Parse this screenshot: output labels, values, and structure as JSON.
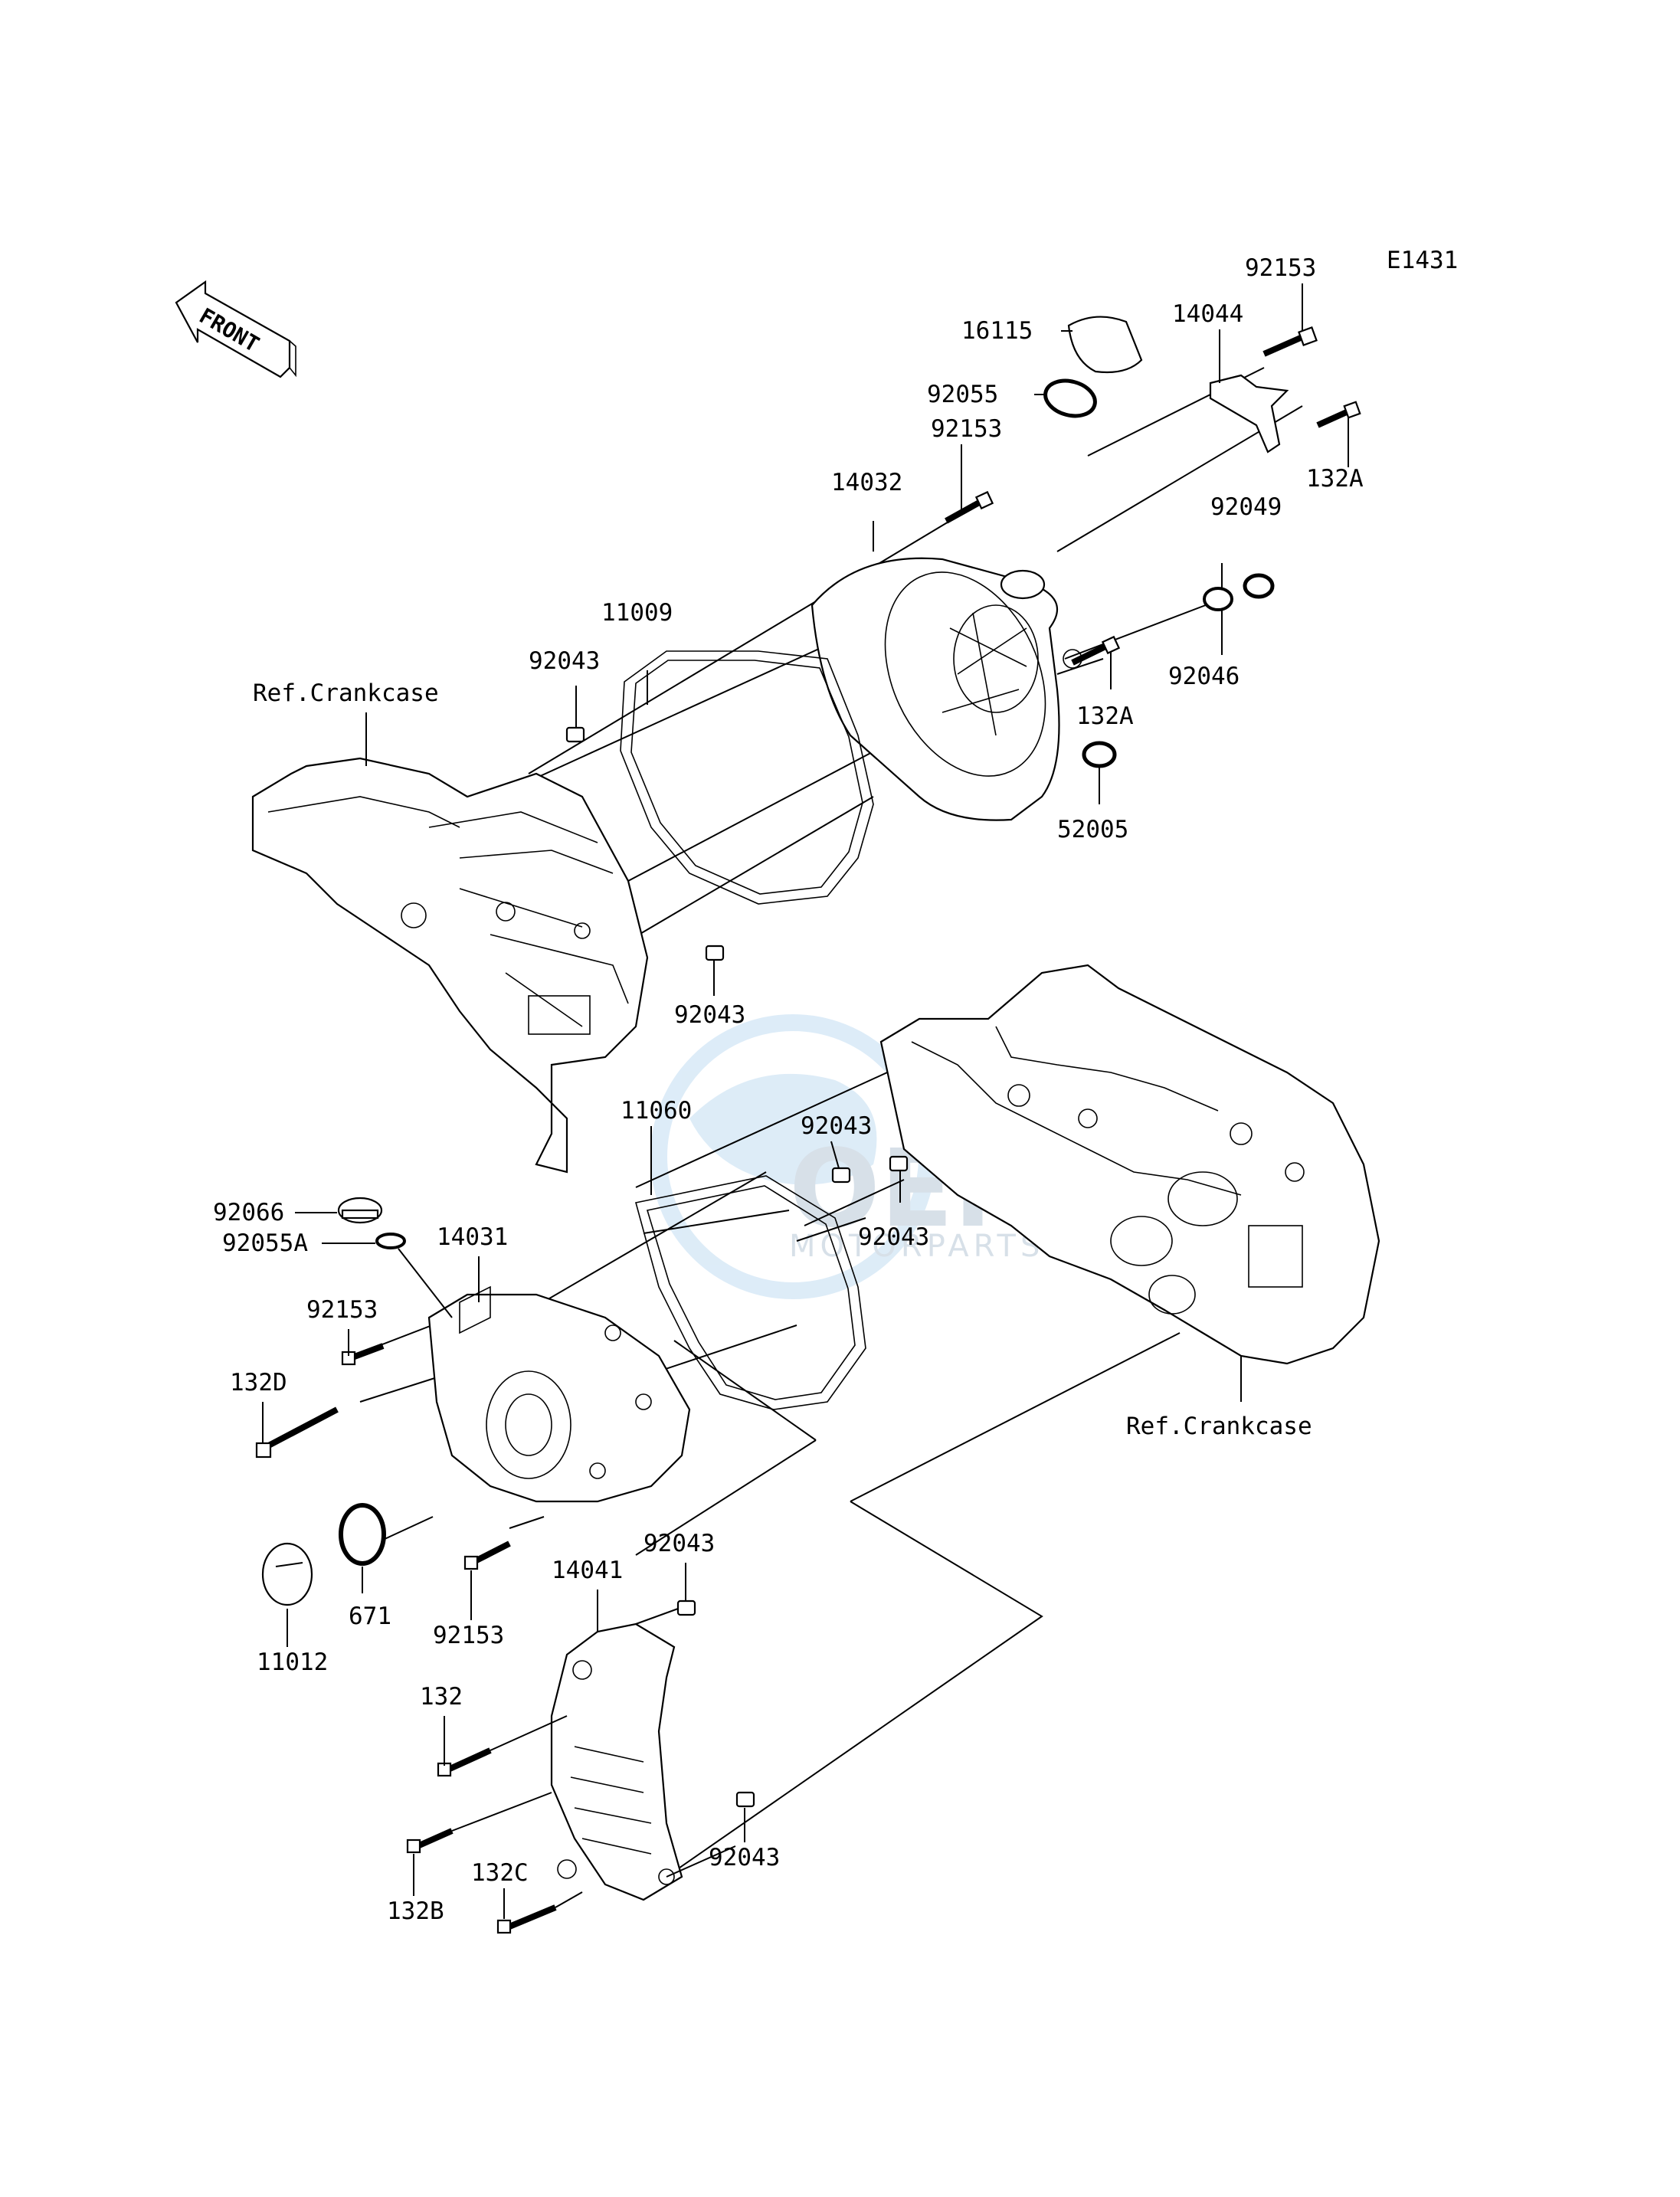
{
  "diagram_code": "E1431",
  "front_arrow_label": "FRONT",
  "watermark": {
    "text_main": "OEM",
    "text_sub": "MOTORPARTS"
  },
  "callouts": {
    "p92153_top": "92153",
    "p14044": "14044",
    "p16115": "16115",
    "p92055": "92055",
    "p92153_b": "92153",
    "p132A_top": "132A",
    "p14032": "14032",
    "p92049": "92049",
    "p92046": "92046",
    "p11009": "11009",
    "p92043_a": "92043",
    "p132A_mid": "132A",
    "p52005": "52005",
    "ref_crankcase_top": "Ref.Crankcase",
    "p92043_b": "92043",
    "p92043_c": "92043",
    "p11060": "11060",
    "p92043_d": "92043",
    "p92066": "92066",
    "p92055A": "92055A",
    "p14031": "14031",
    "p92153_c": "92153",
    "p132D": "132D",
    "ref_crankcase_bottom": "Ref.Crankcase",
    "p92043_e": "92043",
    "p14041": "14041",
    "p671": "671",
    "p92153_d": "92153",
    "p11012": "11012",
    "p132": "132",
    "p132B": "132B",
    "p132C": "132C",
    "p92043_f": "92043"
  }
}
